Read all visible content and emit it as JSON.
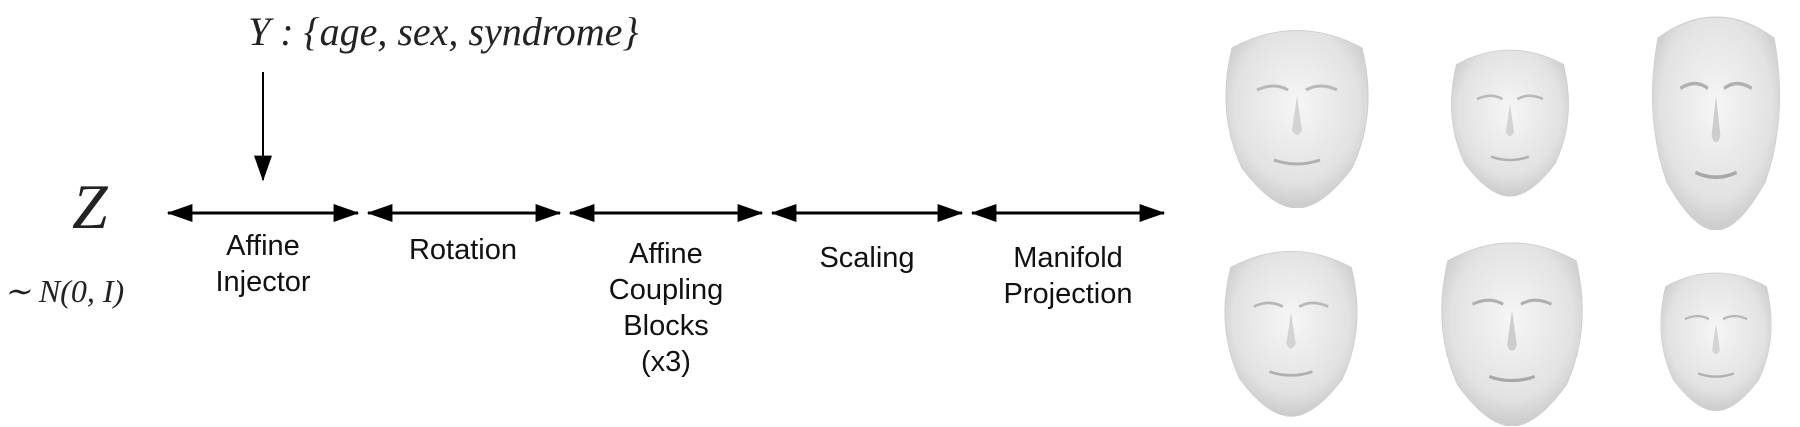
{
  "condition": {
    "symbol": "Y",
    "text": " : {age, sex, syndrome}"
  },
  "latent": {
    "symbol": "Z",
    "distribution": "∼ N(0, I)"
  },
  "stages": [
    {
      "lines": [
        "Affine",
        "Injector"
      ]
    },
    {
      "lines": [
        "Rotation"
      ]
    },
    {
      "lines": [
        "Affine",
        "Coupling",
        "Blocks",
        "(x3)"
      ]
    },
    {
      "lines": [
        "Scaling"
      ]
    },
    {
      "lines": [
        "Manifold",
        "Projection"
      ]
    }
  ],
  "faces": {
    "count": 6,
    "color": "#e6e6e6"
  },
  "colors": {
    "arrow": "#000000",
    "math": "#222222"
  }
}
